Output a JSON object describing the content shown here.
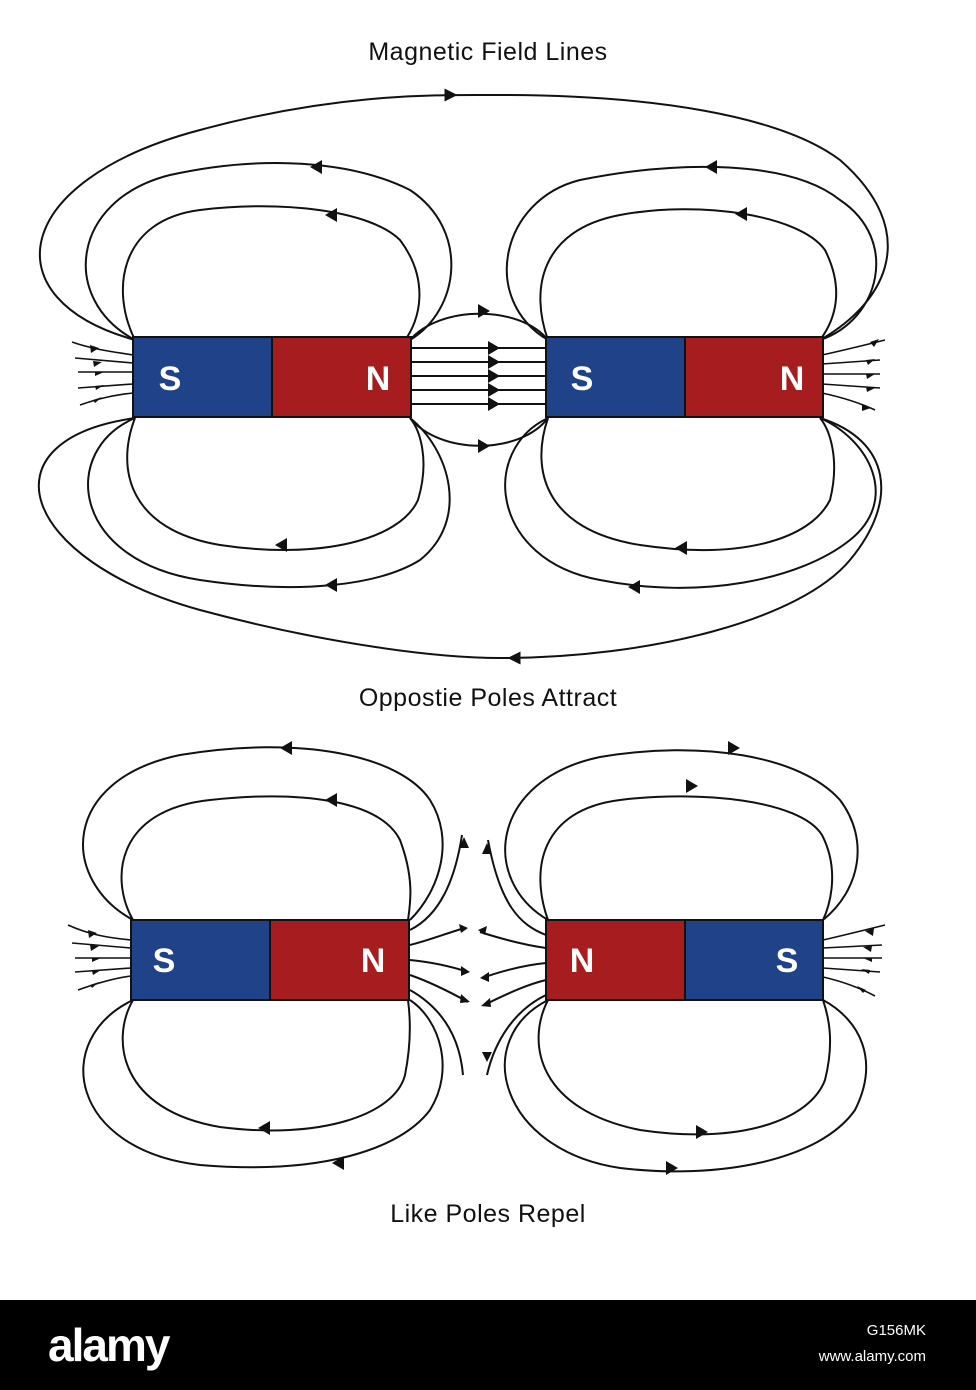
{
  "titles": {
    "main": "Magnetic Field Lines",
    "attract": "Oppostie Poles Attract",
    "repel": "Like Poles Repel"
  },
  "magnets": {
    "attract": [
      {
        "left": "S",
        "right": "N"
      },
      {
        "left": "S",
        "right": "N"
      }
    ],
    "repel": [
      {
        "left": "S",
        "right": "N"
      },
      {
        "left": "N",
        "right": "S"
      }
    ]
  },
  "colors": {
    "south": "#1f4289",
    "north": "#a61c1f",
    "line": "#111111"
  },
  "footer": {
    "logo": "alamy",
    "code": "G156MK",
    "site": "www.alamy.com"
  }
}
